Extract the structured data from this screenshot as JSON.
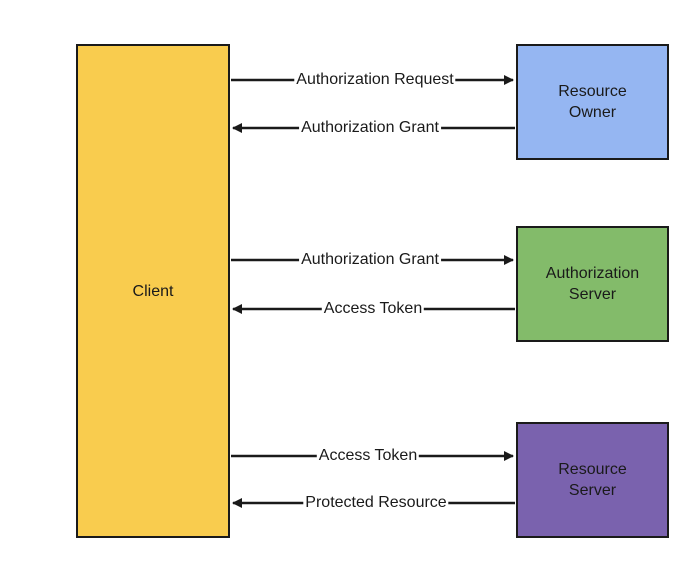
{
  "nodes": {
    "client": "Client",
    "owner": "Resource\nOwner",
    "authserver": "Authorization\nServer",
    "resserver": "Resource\nServer"
  },
  "arrows": {
    "a1": "Authorization Request",
    "a2": "Authorization Grant",
    "a3": "Authorization Grant",
    "a4": "Access Token",
    "a5": "Access Token",
    "a6": "Protected Resource"
  },
  "colors": {
    "client": "#f9cc4e",
    "owner": "#95b6f2",
    "authserver": "#83bb6a",
    "resserver": "#7a62ae",
    "line": "#1a1a1a"
  }
}
